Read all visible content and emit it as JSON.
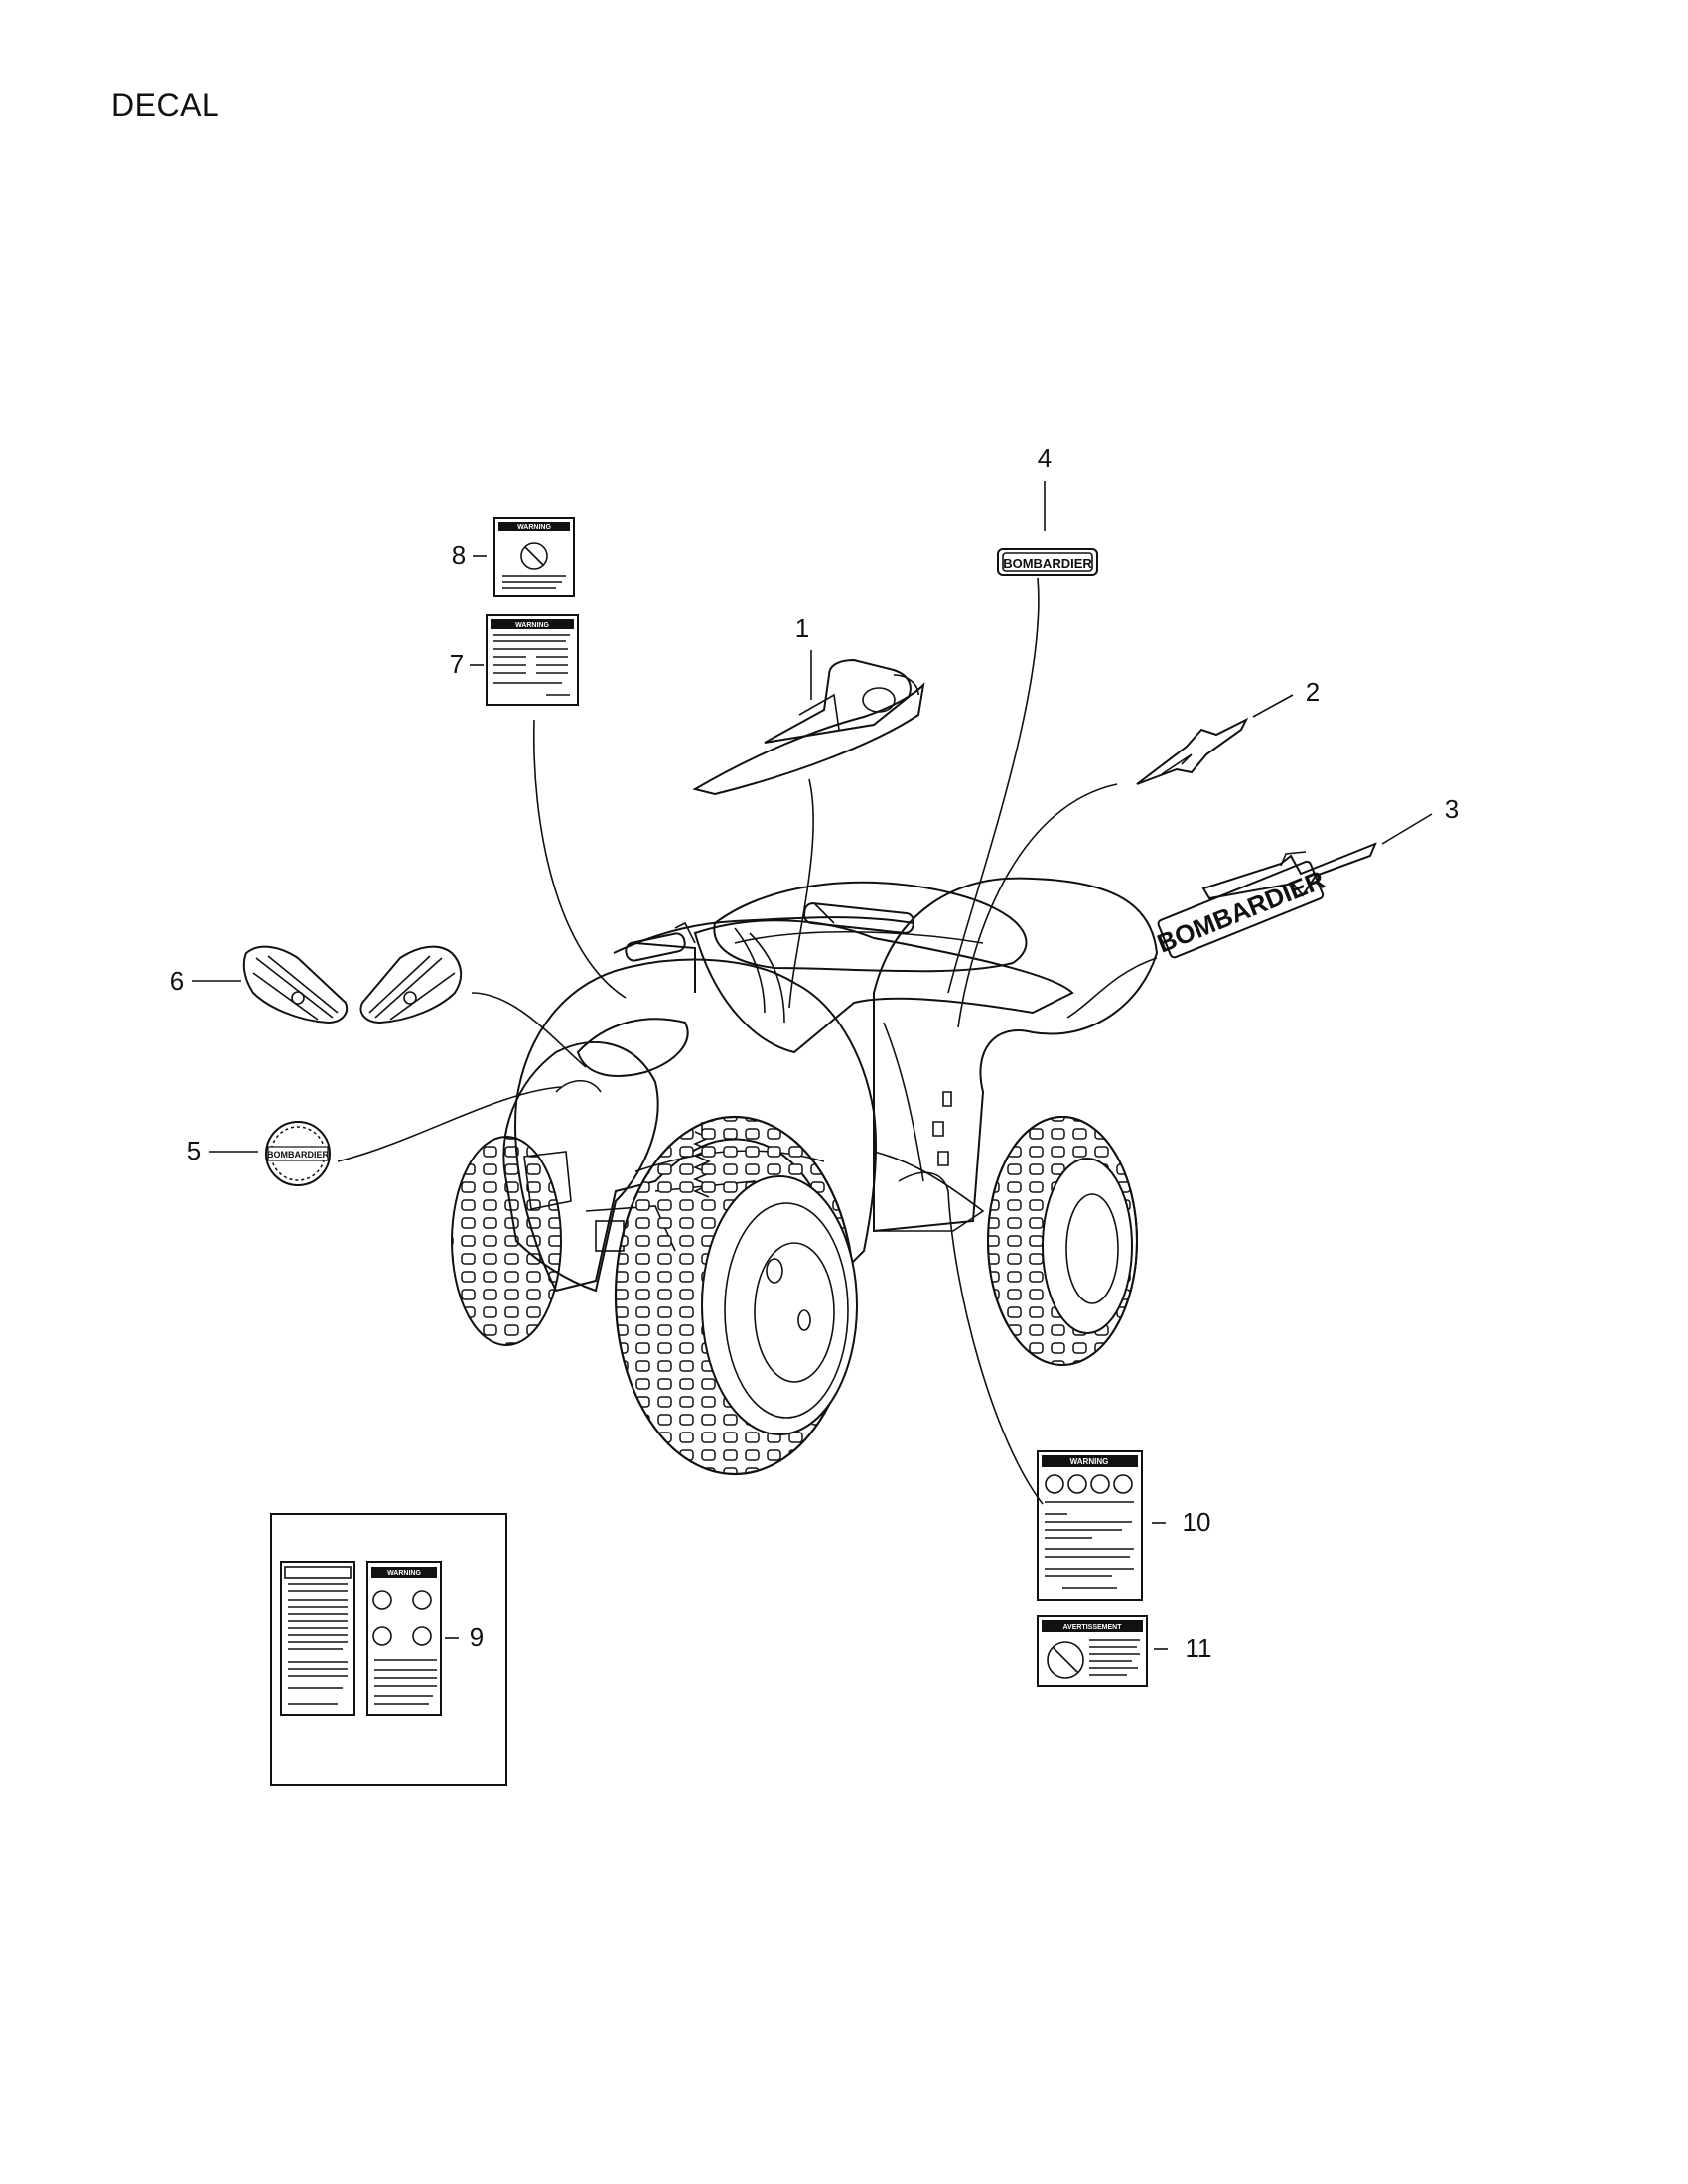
{
  "page": {
    "title": "DECAL"
  },
  "callouts": [
    "1",
    "2",
    "3",
    "4",
    "5",
    "6",
    "7",
    "8",
    "9",
    "10",
    "11"
  ],
  "decal_texts": {
    "brand": "BOMBARDIER",
    "warning": "WARNING",
    "advertisement": "AVERTISSEMENT"
  },
  "colors": {
    "ink": "#111111",
    "paper": "#ffffff"
  },
  "icons": [
    "warning-triangle-icon",
    "no-passenger-icon",
    "no-child-icon"
  ]
}
